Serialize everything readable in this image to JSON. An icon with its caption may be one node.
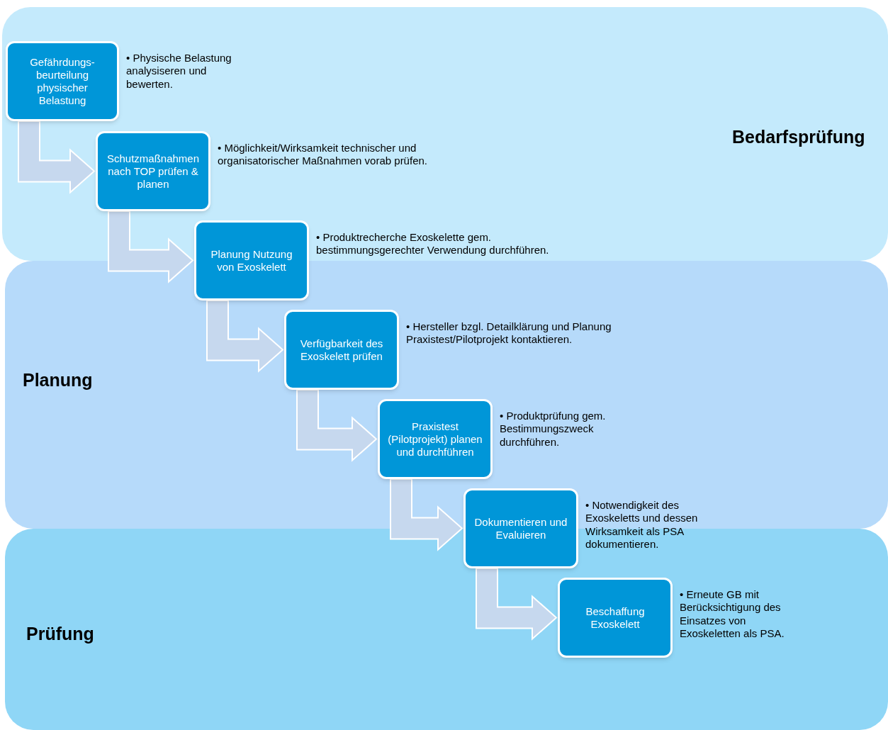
{
  "diagram": {
    "nodes": [
      {
        "text": [
          "Bedarfsprüfung"
        ]
      },
      {
        "text": [
          "Gefährdungs-beurteilung physischer Belastung"
        ],
        "in": 0,
        "beside": [
          "• Physische Belastung analysiseren und bewerten."
        ]
      },
      {
        "text": [
          "Schutzmaßnahmen nach TOP prüfen & planen"
        ],
        "in": 0,
        "beside": [
          "• Möglichkeit/Wirksamkeit technischer und organisatorischer Maßnahmen vorab prüfen."
        ]
      },
      {
        "text": [
          "Planung Nutzung von Exoskelett"
        ],
        "beside": [
          "• Produktrecherche Exoskelette gem. bestimmungsgerechter Verwendung durchführen."
        ]
      },
      {
        "text": [
          "Planung"
        ]
      },
      {
        "text": [
          "Verfügbarkeit des Exoskelett prüfen"
        ],
        "in": 4,
        "beside": [
          "• Hersteller bzgl. Detailklärung und Planung Praxistest/Pilotprojekt kontaktieren."
        ]
      },
      {
        "text": [
          "Praxistest (Pilotprojekt) planen und durchführen"
        ],
        "in": 4,
        "beside": [
          "• Produktprüfung gem. Bestimmungszweck durchführen."
        ]
      },
      {
        "text": [
          "Dokumentieren und Evaluieren"
        ],
        "beside": [
          "• Notwendigkeit des Exoskeletts und dessen Wirksamkeit als PSA dokumentieren."
        ]
      },
      {
        "text": [
          "Prüfung"
        ]
      },
      {
        "text": [
          "Beschaffung Exoskelett"
        ],
        "in": 8,
        "beside": [
          "• Erneute GB mit Berücksichtigung des Einsatzes von Exoskeletten als PSA."
        ]
      }
    ],
    "edges": [
      {
        "from": 1,
        "to": 2,
        "arrow": "to"
      },
      {
        "from": 2,
        "to": 3,
        "arrow": "to"
      },
      {
        "from": 3,
        "to": 5,
        "arrow": "to"
      },
      {
        "from": 5,
        "to": 6,
        "arrow": "to"
      },
      {
        "from": 6,
        "to": 7,
        "arrow": "to"
      },
      {
        "from": 7,
        "to": 9,
        "arrow": "to"
      }
    ]
  }
}
